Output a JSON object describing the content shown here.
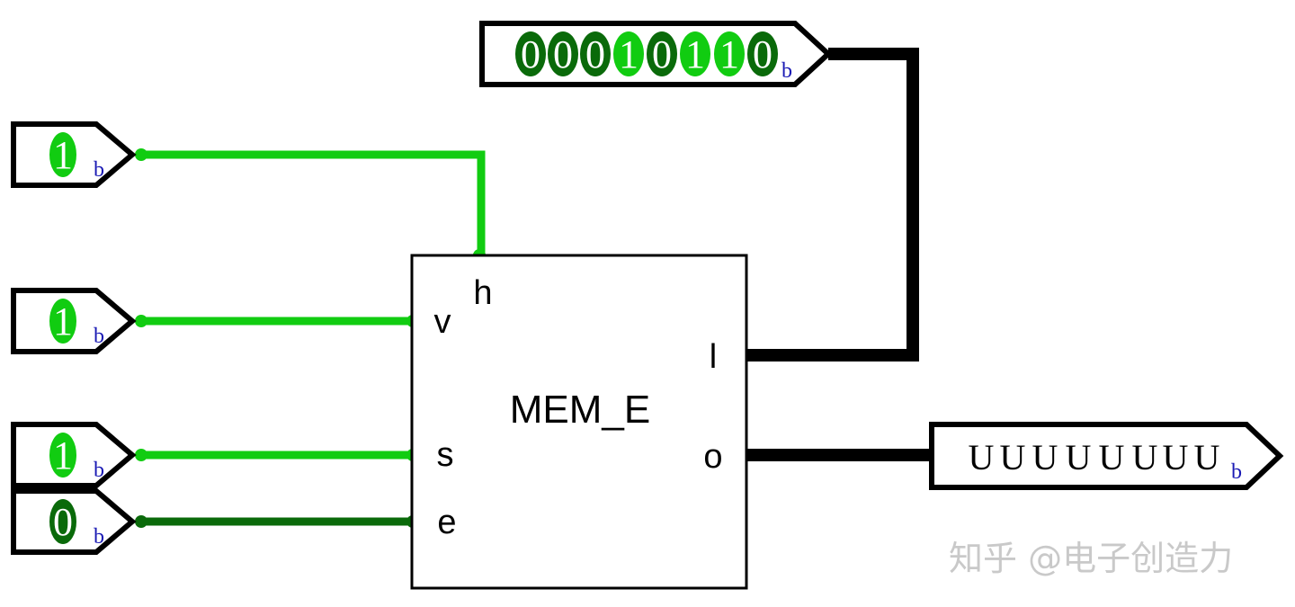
{
  "colors": {
    "high": "#11cc11",
    "low": "#0a6a0a",
    "bus": "#000000",
    "radix": "#1a1ab4",
    "outline": "#000000"
  },
  "component": {
    "name": "MEM_E",
    "pins": {
      "h": "h",
      "v": "v",
      "s": "s",
      "e": "e",
      "l": "l",
      "o": "o"
    }
  },
  "inputs": [
    {
      "id": "h",
      "value": "1",
      "radix": "b",
      "level": "high"
    },
    {
      "id": "v",
      "value": "1",
      "radix": "b",
      "level": "high"
    },
    {
      "id": "s",
      "value": "1",
      "radix": "b",
      "level": "high"
    },
    {
      "id": "e",
      "value": "0",
      "radix": "b",
      "level": "low"
    }
  ],
  "bus_input": {
    "bits": [
      "0",
      "0",
      "0",
      "1",
      "0",
      "1",
      "1",
      "0"
    ],
    "radix": "b"
  },
  "bus_output": {
    "bits": [
      "U",
      "U",
      "U",
      "U",
      "U",
      "U",
      "U",
      "U"
    ],
    "radix": "b"
  },
  "watermark": "知乎 @电子创造力"
}
